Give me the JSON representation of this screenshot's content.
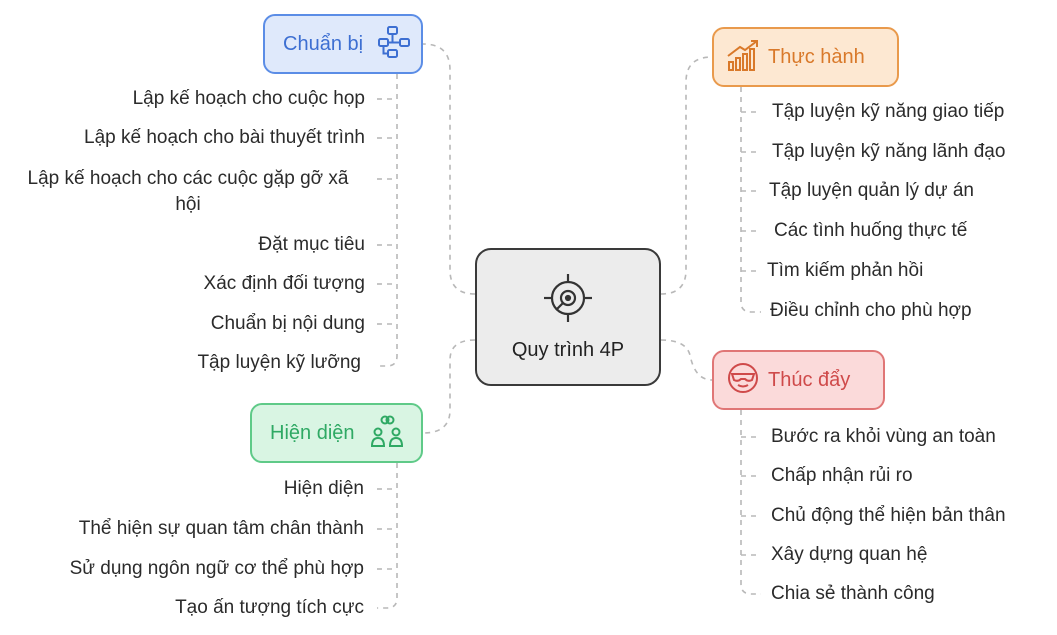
{
  "center": {
    "label": "Quy trình 4P",
    "icon": "target-gear-icon"
  },
  "branches": {
    "chuan_bi": {
      "title": "Chuẩn bị",
      "icon": "flowchart-icon",
      "color": "#3d6fd2",
      "items": [
        "Lập kế hoạch cho cuộc họp",
        "Lập kế hoạch cho bài thuyết trình",
        "Lập kế hoạch cho các cuộc gặp gỡ xã hội",
        "Đặt mục tiêu",
        "Xác định đối tượng",
        "Chuẩn bị nội dung",
        "Tập luyện kỹ lưỡng"
      ]
    },
    "thuc_hanh": {
      "title": "Thực hành",
      "icon": "growth-chart-icon",
      "color": "#d9792a",
      "items": [
        "Tập luyện kỹ năng giao tiếp",
        "Tập luyện kỹ năng lãnh đạo",
        "Tập luyện quản lý dự án",
        "Các tình huống thực tế",
        "Tìm kiếm phản hồi",
        "Điều chỉnh cho phù hợp"
      ]
    },
    "thuc_day": {
      "title": "Thúc đẩy",
      "icon": "cool-face-icon",
      "color": "#cf4a4a",
      "items": [
        "Bước ra khỏi vùng an toàn",
        "Chấp nhận rủi ro",
        "Chủ động thể hiện bản thân",
        "Xây dựng quan hệ",
        "Chia sẻ thành công"
      ]
    },
    "hien_dien": {
      "title": "Hiện diện",
      "icon": "people-connect-icon",
      "color": "#2fa964",
      "items": [
        "Hiện diện",
        "Thể hiện sự quan tâm chân thành",
        "Sử dụng ngôn ngữ cơ thể phù hợp",
        "Tạo ấn tượng tích cực"
      ]
    }
  }
}
